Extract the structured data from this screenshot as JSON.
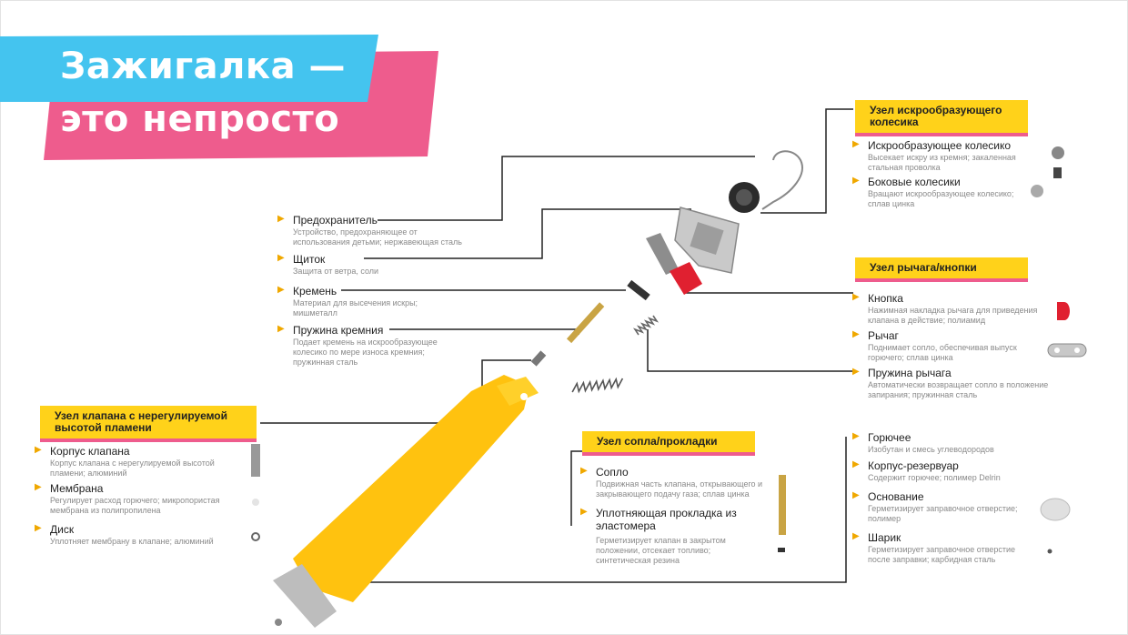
{
  "title": {
    "line1": "Зажигалка —",
    "line2": "это непросто"
  },
  "colors": {
    "accent_yellow": "#ffd21a",
    "accent_pink": "#ee5c8d",
    "accent_blue": "#44c4ef",
    "bullet": "#f0a800"
  },
  "groups": {
    "wheel": {
      "header": "Узел искрообразующего колесика",
      "items": [
        {
          "name": "Искрообразующее колесико",
          "desc": "Высекает искру из кремня; закаленная стальная проволка"
        },
        {
          "name": "Боковые колесики",
          "desc": "Вращают искрообразующее колесико; сплав цинка"
        }
      ]
    },
    "lever": {
      "header": "Узел рычага/кнопки",
      "items": [
        {
          "name": "Кнопка",
          "desc": "Нажимная накладка рычага для приведения клапана в действие; полиамид"
        },
        {
          "name": "Рычаг",
          "desc": "Поднимает сопло, обеспечивая выпуск горючего; сплав цинка"
        },
        {
          "name": "Пружина рычага",
          "desc": "Автоматически возвращает сопло в положение запирания; пружинная сталь"
        }
      ]
    },
    "top_left": {
      "items": [
        {
          "name": "Предохранитель",
          "desc": "Устройство, предохраняющее от использования детьми; нержавеющая сталь"
        },
        {
          "name": "Щиток",
          "desc": "Защита от ветра, соли"
        },
        {
          "name": "Кремень",
          "desc": "Материал для высечения искры; мишметалл"
        },
        {
          "name": "Пружина кремния",
          "desc": "Подает кремень на искрообразующее колесико по мере износа кремния; пружинная сталь"
        }
      ]
    },
    "valve": {
      "header": "Узел клапана с нерегулируемой высотой пламени",
      "items": [
        {
          "name": "Корпус клапана",
          "desc": "Корпус клапана с нерегулируемой высотой пламени; алюминий"
        },
        {
          "name": "Мембрана",
          "desc": "Регулирует расход горючего; микропористая мембрана из полипропилена"
        },
        {
          "name": "Диск",
          "desc": "Уплотняет мембрану в клапане; алюминий"
        }
      ]
    },
    "nozzle": {
      "header": "Узел сопла/прокладки",
      "items": [
        {
          "name": "Сопло",
          "desc": "Подвижная часть клапана, открывающего и закрывающего подачу газа; сплав цинка"
        },
        {
          "name": "Уплотняющая прокладка из эластомера",
          "desc": "Герметизирует клапан в закрытом положении, отсекает топливо; синтетическая резина"
        }
      ]
    },
    "body": {
      "items": [
        {
          "name": "Горючее",
          "desc": "Изобутан и смесь углеводородов"
        },
        {
          "name": "Корпус-резервуар",
          "desc": "Содержит горючее; полимер Delrin"
        },
        {
          "name": "Основание",
          "desc": "Герметизирует заправочное отверстие; полимер"
        },
        {
          "name": "Шарик",
          "desc": "Герметизирует заправочное отверстие после заправки; карбидная сталь"
        }
      ]
    }
  }
}
